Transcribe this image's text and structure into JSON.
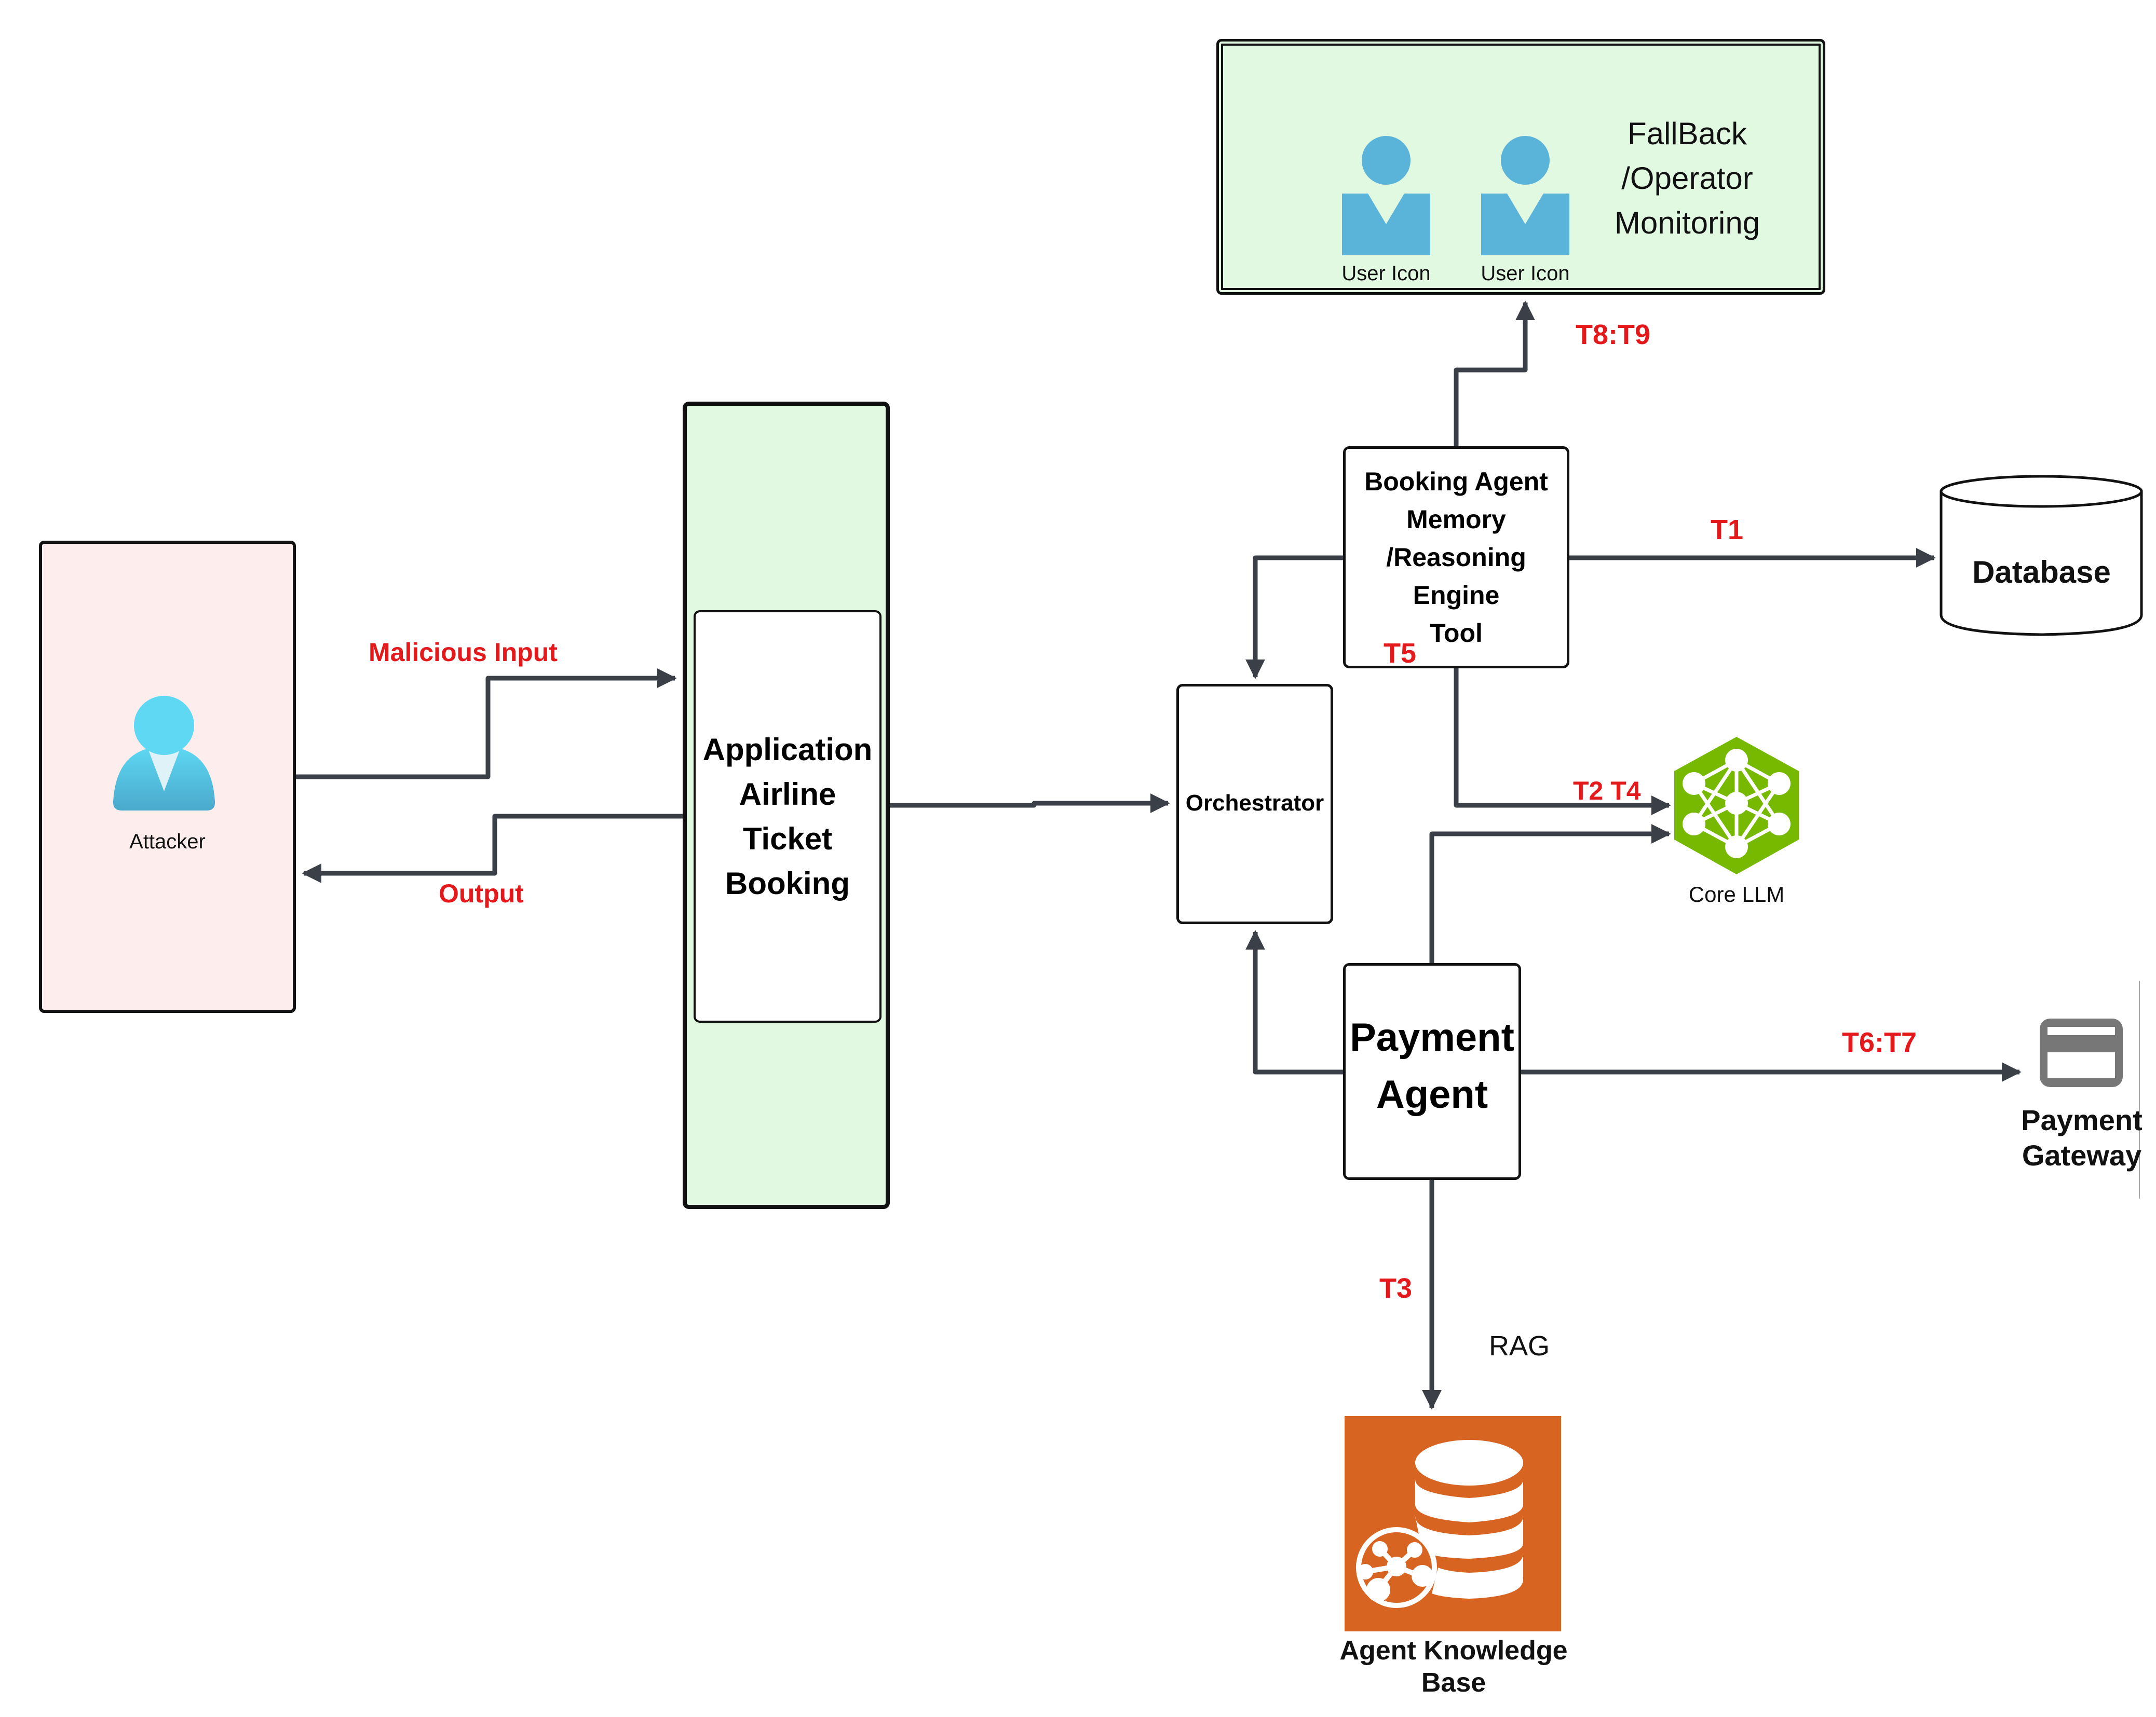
{
  "diagram": {
    "title": "Airline Ticket Booking Agent Threat Model",
    "colors": {
      "threat_label": "#e3191c",
      "connector": "#3a3f48",
      "attacker_bg": "#fdeeed",
      "app_bg": "#e1f8e1",
      "fallback_bg": "#e1f8e1",
      "agent_system_bg": "#fff2db",
      "llm_green": "#76b900",
      "knowledge_base_orange": "#d86422",
      "user_icon_blue": "#5ab3d9",
      "payment_icon_gray": "#777777"
    }
  },
  "nodes": {
    "attacker": {
      "label": "Attacker",
      "icon": "person-icon"
    },
    "application": {
      "lines": [
        "Application",
        "Airline",
        "Ticket",
        "Booking"
      ]
    },
    "fallback": {
      "lines": [
        "FallBack",
        "/Operator",
        "Monitoring"
      ],
      "users": [
        {
          "label": "User Icon",
          "icon": "user-icon"
        },
        {
          "label": "User Icon",
          "icon": "user-icon"
        }
      ]
    },
    "booking_agent": {
      "lines": [
        "Booking Agent",
        "Memory",
        "/Reasoning",
        "Engine",
        "Tool"
      ]
    },
    "orchestrator": {
      "label": "Orchestrator"
    },
    "payment_agent": {
      "lines": [
        "Payment",
        "Agent"
      ]
    },
    "core_llm": {
      "label": "Core LLM",
      "icon": "neural-network-icon"
    },
    "database": {
      "label": "Database",
      "icon": "cylinder-database-icon"
    },
    "payment_gateway": {
      "lines": [
        "Payment",
        "Gateway"
      ],
      "icon": "credit-card-icon"
    },
    "knowledge_base": {
      "lines": [
        "Agent Knowledge",
        "Base"
      ],
      "icon": "database-network-icon"
    }
  },
  "edges": {
    "malicious_input": {
      "label": "Malicious Input",
      "from": "attacker",
      "to": "application"
    },
    "output": {
      "label": "Output",
      "from": "application",
      "to": "attacker"
    },
    "app_to_orchestrator": {
      "label": "",
      "from": "application",
      "to": "orchestrator"
    },
    "booking_to_database": {
      "label": "T1",
      "from": "booking_agent",
      "to": "database"
    },
    "booking_to_llm": {
      "label": "T2 T4",
      "from": "booking_agent",
      "to": "core_llm"
    },
    "payment_to_llm": {
      "label": "",
      "from": "payment_agent",
      "to": "core_llm"
    },
    "payment_to_kb": {
      "label": "T3",
      "sublabel": "RAG",
      "from": "payment_agent",
      "to": "knowledge_base"
    },
    "booking_to_orchestrator": {
      "label": "T5",
      "from": "booking_agent",
      "to": "orchestrator"
    },
    "payment_to_gateway": {
      "label": "T6:T7",
      "from": "payment_agent",
      "to": "payment_gateway"
    },
    "booking_to_fallback": {
      "label": "T8:T9",
      "from": "booking_agent",
      "to": "fallback"
    },
    "payment_to_orchestrator": {
      "label": "",
      "from": "payment_agent",
      "to": "orchestrator"
    }
  }
}
